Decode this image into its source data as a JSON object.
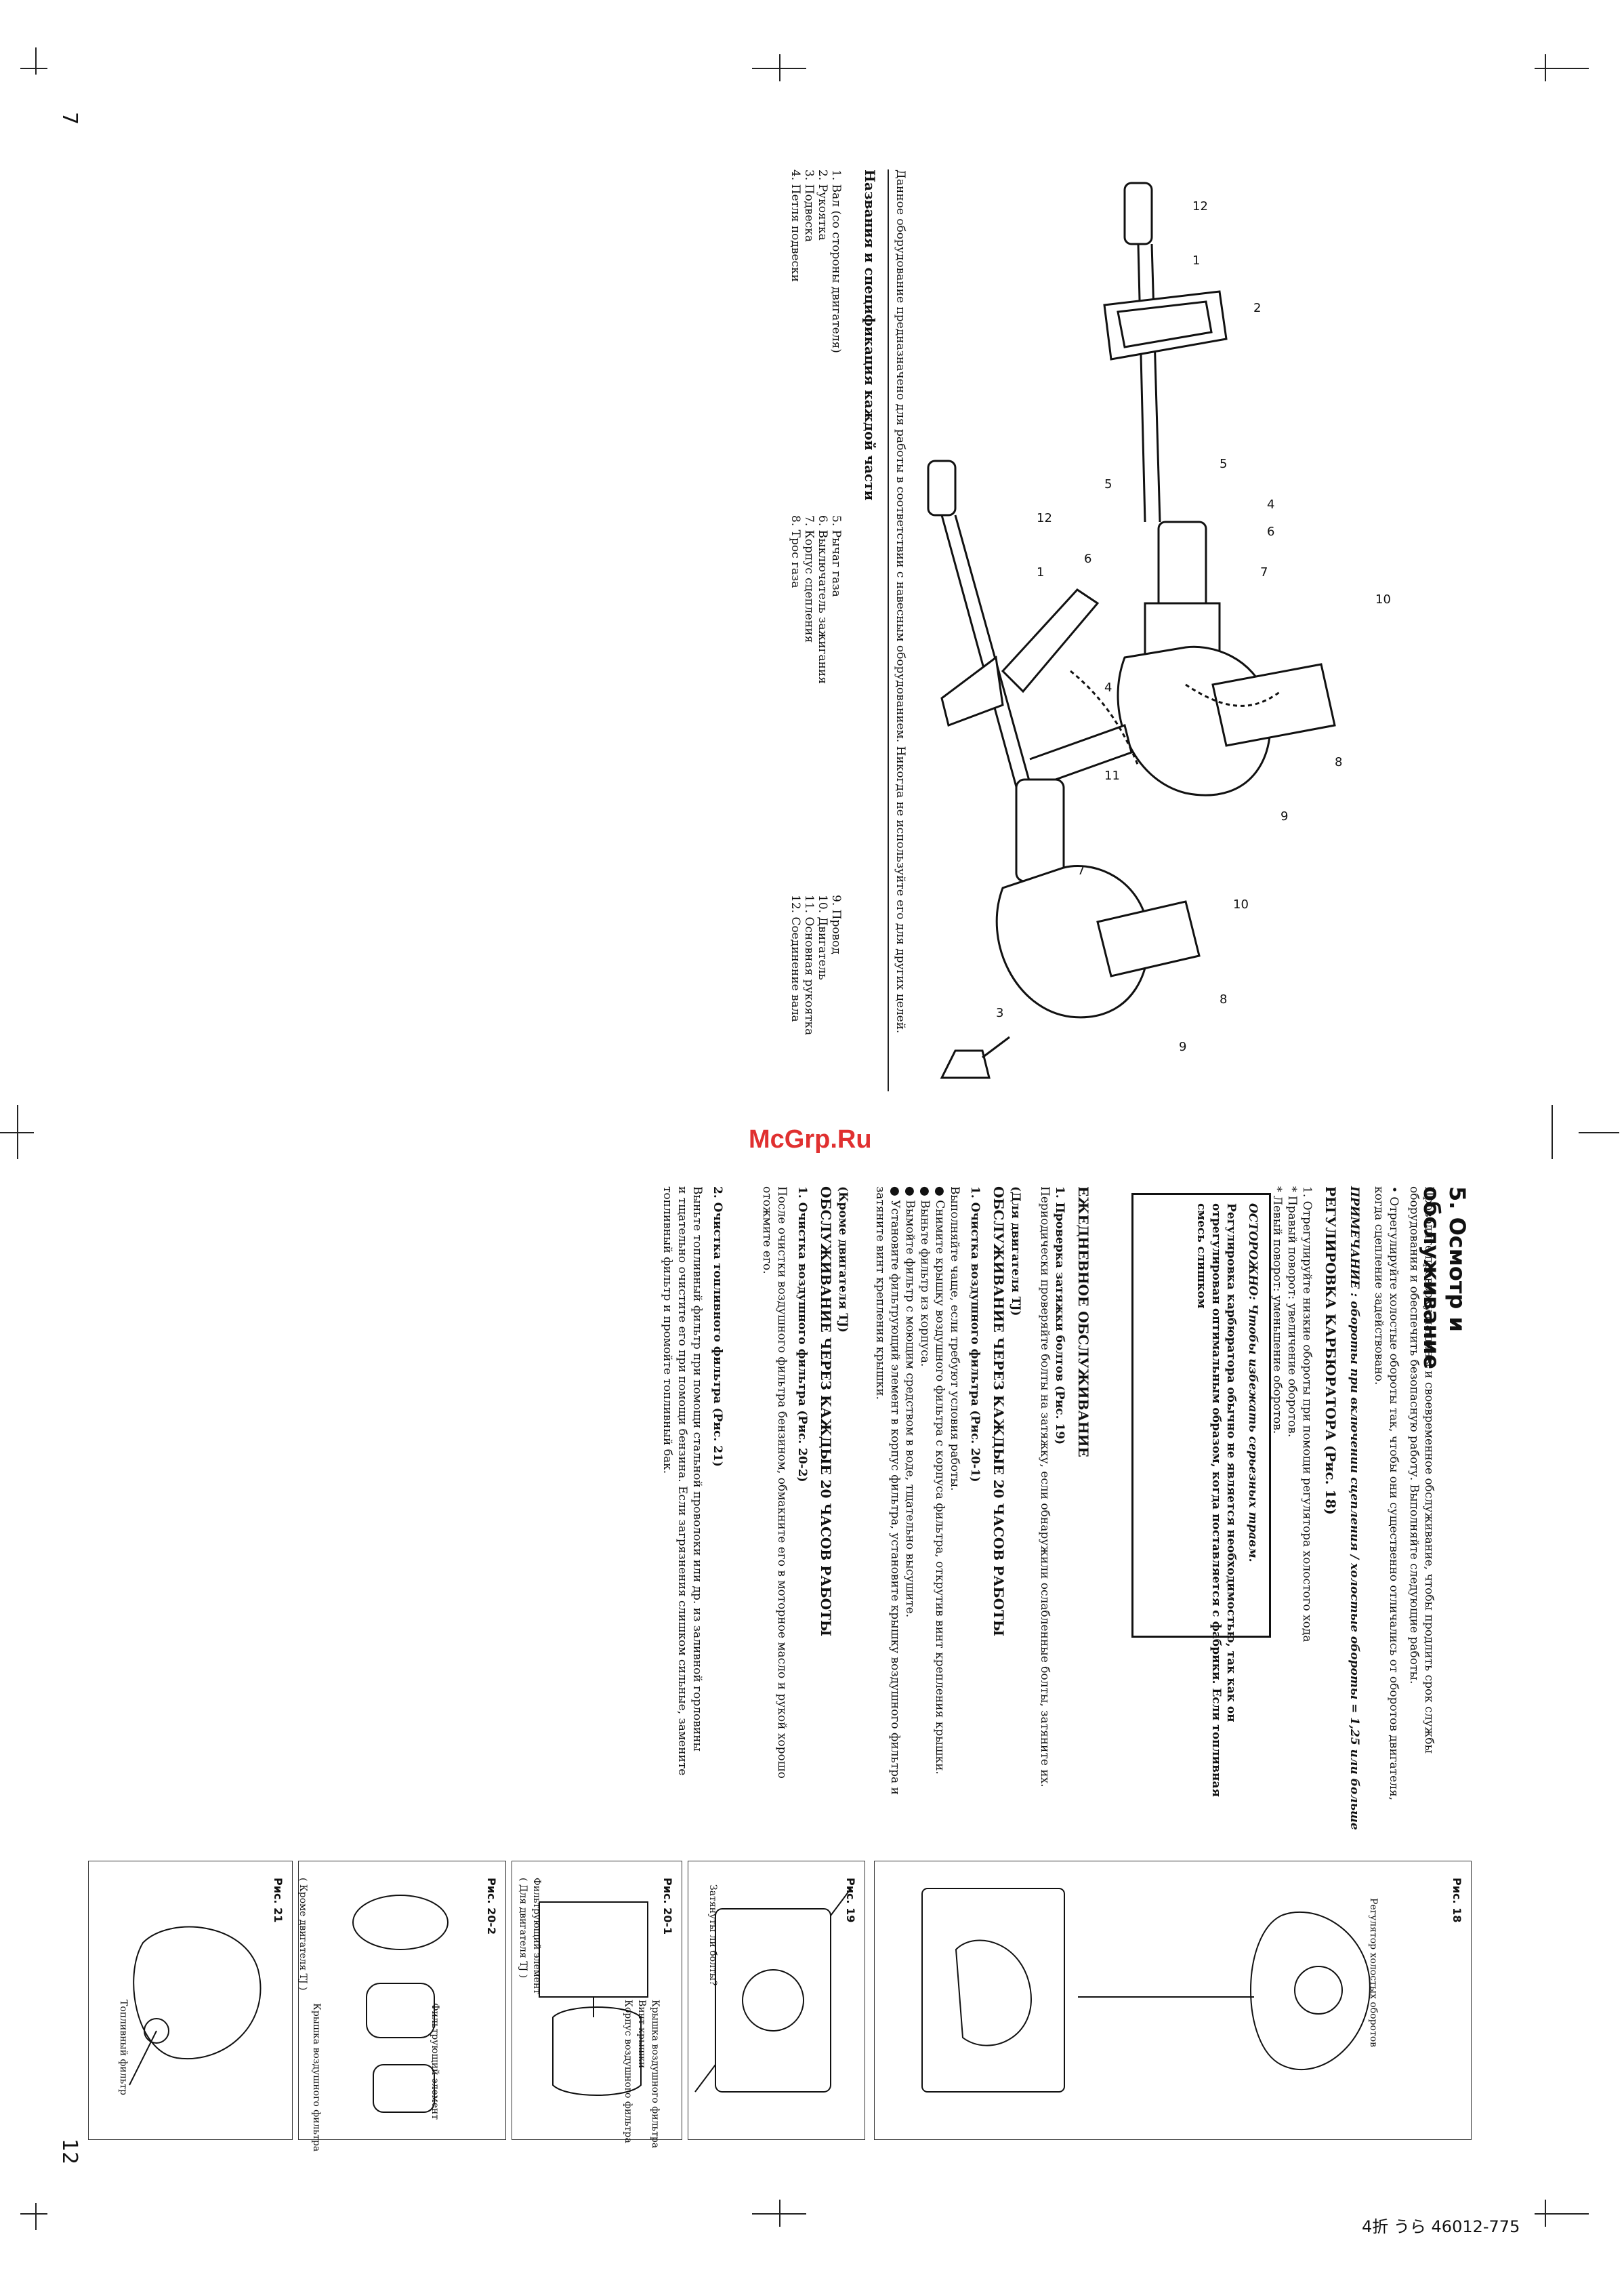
{
  "page": {
    "left_page_number": "7",
    "right_page_number": "12",
    "footer_code": "4折 うら 46012-775",
    "watermark": "McGrp.Ru"
  },
  "left": {
    "intro": "Данное оборудование предназначено для работы в соответствии с навесным оборудованием. Никогда не используйте его для других целей.",
    "heading": "Названия и спецификация каждой части",
    "parts_col1": [
      "1.  Вал (со стороны двигателя)",
      "2.  Рукоятка",
      "3.  Подвеска",
      "4.  Петля подвески"
    ],
    "parts_col2": [
      "5.  Рычаг газа",
      "6.  Выключатель зажигания",
      "7.  Корпус сцепления",
      "8.  Трос газа"
    ],
    "parts_col3": [
      "9.  Провод",
      "10. Двигатель",
      "11. Основная рукоятка",
      "12. Соединение вала"
    ],
    "callouts_top": [
      "12",
      "1",
      "2",
      "4",
      "6",
      "7",
      "5",
      "5",
      "10",
      "8",
      "9"
    ],
    "callouts_bottom": [
      "12",
      "1",
      "6",
      "4",
      "11",
      "7",
      "10",
      "8",
      "9",
      "3"
    ]
  },
  "right": {
    "title": "5. Осмотр и обслуживание",
    "intro": [
      "Проводите проверку машины и своевременное обслуживание, чтобы продлить срок службы",
      "оборудования и обеспечить безопасную работу. Выполняйте следующие работы."
    ],
    "bullet1": [
      "• Отрегулируйте холостые обороты так, чтобы они существенно отличались от оборотов двигателя,",
      "  когда сцепление задействовано."
    ],
    "note": "ПРИМЕЧАНИЕ : обороты при включении сцепления / холостые обороты = 1,25 или больше",
    "carb_heading": "РЕГУЛИРОВКА КАРБЮРАТОРА (Рис. 18)",
    "carb_items": [
      "1.  Отрегулируйте низкие обороты при помощи регулятора холостого хода",
      "   * Правый поворот: увеличение оборотов.",
      "   * Левый поворот: уменьшение оборотов."
    ],
    "caution": [
      "ОСТОРОЖНО: Чтобы избежать серьезных травм.",
      "Регулировка карбюратора обычно не является необходимостью, так как он",
      "отрегулирован оптимальным образом, когда поставляется с фабрики. Если топливная",
      "смесь слишком"
    ],
    "daily_heading": "ЕЖЕДНЕВНОЕ ОБСЛУЖИВАНИЕ",
    "daily_items": [
      "1.  Проверка затяжки болтов    (Рис. 19)",
      "    Периодически проверяйте болты на затяжку, если обнаружили ослабленные болты, затяните их."
    ],
    "tj_label": "(Для двигателя TJ)",
    "h20_heading": "ОБСЛУЖИВАНИЕ ЧЕРЕЗ КАЖДЫЕ 20 ЧАСОВ РАБОТЫ",
    "air_heading": "1.  Очистка воздушного фильтра    (Рис. 20-1)",
    "air_text": [
      "Выполняйте чаще, если требуют условия работы.",
      "● Снимите крышку воздушного фильтра с корпуса фильтра, открутив винт крепления крышки.",
      "● Выньте фильтр из корпуса.",
      "● Вымойте фильтр с моющим средством в воде, тщательно высушите.",
      "● Установите фильтрующий элемент в корпус фильтра, установите крышку воздушного фильтра и",
      "   затяните винт крепления крышки."
    ],
    "except_label": "(Кроме двигателя TJ)",
    "h20_heading2": "ОБСЛУЖИВАНИЕ ЧЕРЕЗ КАЖДЫЕ 20 ЧАСОВ РАБОТЫ",
    "air2_heading": "1.  Очистка воздушного фильтра    (Рис. 20-2)",
    "air2_text": [
      "После очистки воздушного фильтра бензином, обмакните его в моторное масло и рукой хорошо",
      "отожмите его."
    ],
    "fuel_heading": "2.  Очистка топливного фильтра    (Рис. 21)",
    "fuel_text": [
      "Выньте топливный фильтр при помощи стальной проволоки или др. из заливной горловины",
      "и тщательно очистите его при помощи бензина. Если загрязнения слишком сильные, замените",
      "топливный фильтр и промойте топливный бак."
    ]
  },
  "figures": [
    {
      "id": "Рис. 18",
      "labels": [
        "Регулятор холостых оборотов"
      ]
    },
    {
      "id": "Рис. 19",
      "labels": [
        "Затянуты ли болты?"
      ]
    },
    {
      "id": "Рис. 20-1",
      "labels": [
        "Крышка воздушного фильтра",
        "Винт крышки",
        "Корпус воздушного фильтра",
        "Фильтрующий элемент",
        "( Для двигателя TJ )"
      ]
    },
    {
      "id": "Рис. 20-2",
      "labels": [
        "Крышка воздушного фильтра",
        "Фильтрующий элемент",
        "( Кроме двигателя TJ )"
      ]
    },
    {
      "id": "Рис. 21",
      "labels": [
        "Топливный фильтр"
      ]
    }
  ]
}
